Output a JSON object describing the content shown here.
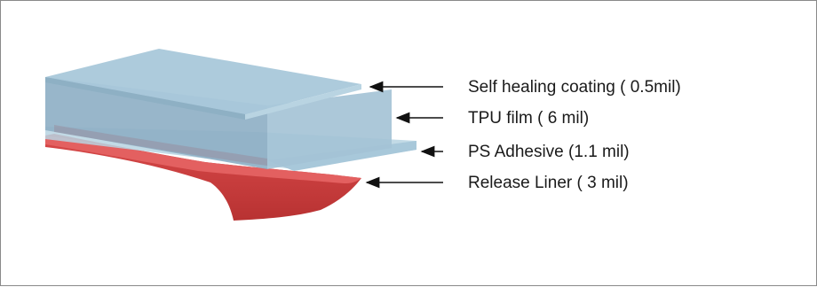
{
  "layers": [
    {
      "id": "coating",
      "label": "Self healing coating ( 0.5mil)",
      "color": "#9ec3d6"
    },
    {
      "id": "tpu",
      "label": "TPU film ( 6 mil)",
      "color": "#87a9c1"
    },
    {
      "id": "adhesive",
      "label": "PS Adhesive (1.1 mil)",
      "color": "#b7d3e2"
    },
    {
      "id": "liner",
      "label": "Release Liner ( 3 mil)",
      "color": "#e05050"
    }
  ]
}
